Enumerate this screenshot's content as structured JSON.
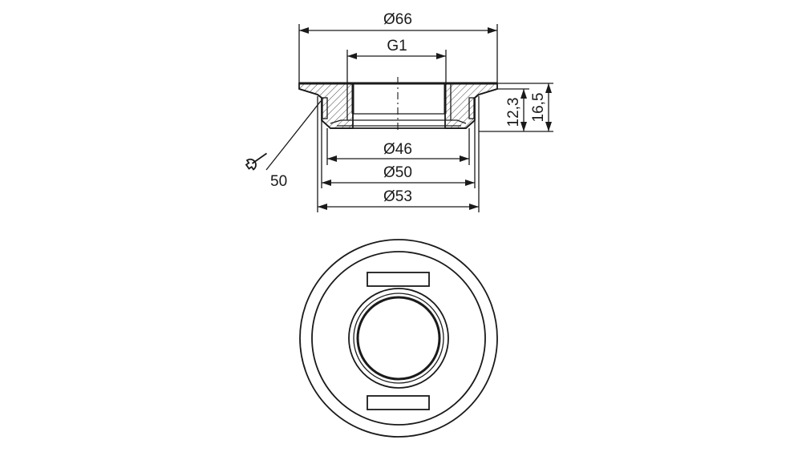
{
  "dimensions": {
    "outer_diameter": "Ø66",
    "thread": "G1",
    "inner_diameter": "Ø46",
    "seal_diameter": "Ø50",
    "body_diameter": "Ø53",
    "height_thread": "12,3",
    "height_total": "16,5",
    "wrench_size": "50"
  },
  "colors": {
    "line": "#1a1a1a",
    "background": "#ffffff"
  },
  "icons": {
    "wrench": "wrench-icon"
  }
}
